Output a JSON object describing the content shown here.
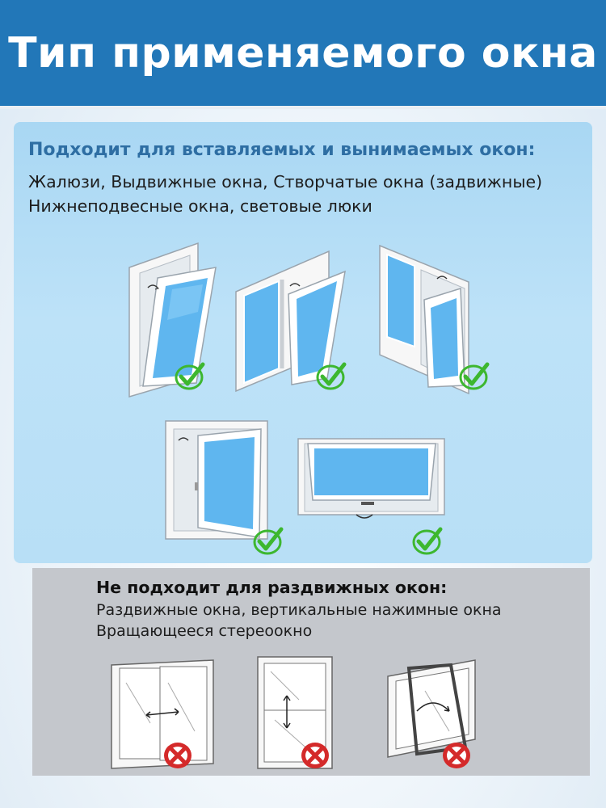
{
  "header": {
    "title": "Тип применяемого окна"
  },
  "suitable": {
    "heading": "Подходит для вставляемых и вынимаемых окон:",
    "line1": "Жалюзи, Выдвижные окна, Створчатые окна (задвижные)",
    "line2": "Нижнеподвесные окна, световые люки"
  },
  "unsuitable": {
    "heading": "Не подходит для раздвижных окон:",
    "line1": "Раздвижные окна, вертикальные нажимные окна",
    "line2": "Вращающееся стереоокно"
  },
  "icons": {
    "ok": "green-check-icon",
    "no": "red-cross-icon"
  },
  "colors": {
    "header_bg": "#2277b8",
    "heading_blue": "#2e6ea3",
    "check_green": "#3db72f",
    "cross_red": "#d42a2a",
    "glass": "#5fb6ef"
  }
}
